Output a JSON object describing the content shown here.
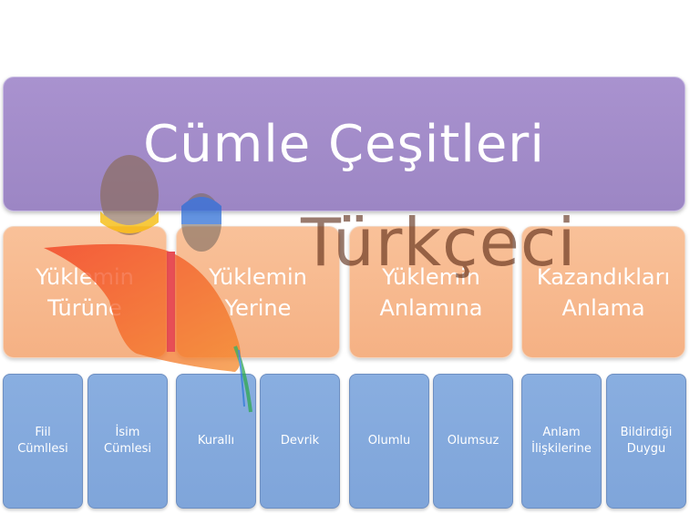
{
  "title": "Cümle Çeşitleri",
  "watermark": "Türkçeci",
  "categories": [
    {
      "label": "Yüklemin\nTürüne"
    },
    {
      "label": "Yüklemin\nYerine"
    },
    {
      "label": "Yüklemin\nAnlamına"
    },
    {
      "label": "Kazandıkları\nAnlama"
    }
  ],
  "leaves": [
    {
      "label": "Fiil\nCümllesi"
    },
    {
      "label": "İsim\nCümlesi"
    },
    {
      "label": "Kurallı"
    },
    {
      "label": "Devrik"
    },
    {
      "label": "Olumlu"
    },
    {
      "label": "Olumsuz"
    },
    {
      "label": "Anlam\nİlişkilerine"
    },
    {
      "label": "Bildirdiği\nDuygu"
    }
  ],
  "colors": {
    "title_fill": "#a48ecd",
    "category_fill": "#f7b88b",
    "leaf_fill": "#84a9dc",
    "logo_orange": "#f26a2e",
    "logo_yellow": "#f5b800",
    "logo_blue": "#2f6fd6"
  }
}
